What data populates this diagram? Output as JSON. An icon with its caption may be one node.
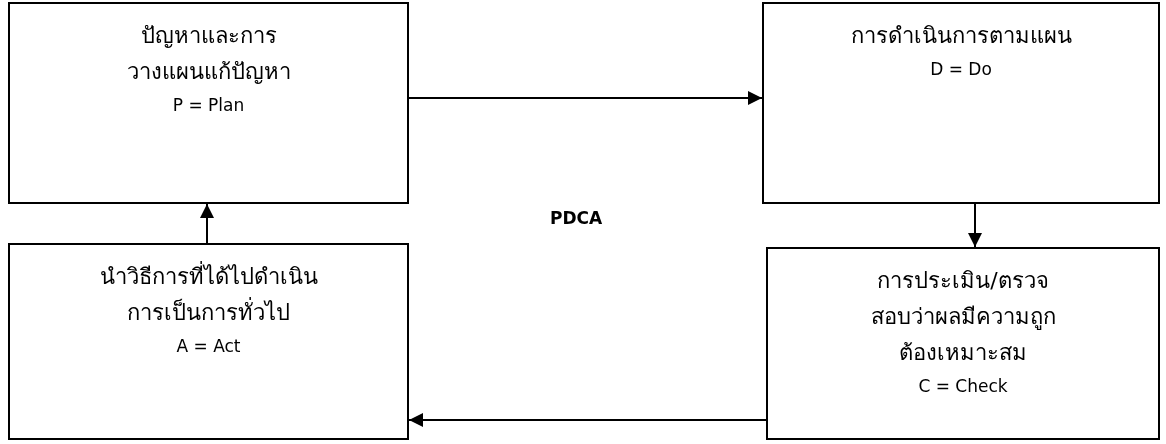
{
  "diagram": {
    "nodes": [
      {
        "text": [
          "ปัญหาและการวางแผนแก้ปัญหา",
          "P = Plan"
        ]
      },
      {
        "text": [
          "การดำเนินการตามแผน",
          "D = Do"
        ]
      },
      {
        "text": [
          "นำวิธีการที่ได้ไปดำเนินการเป็นการทั่วไป",
          "A = Act"
        ]
      },
      {
        "text": [
          "การประเมิน/ตรวจสอบว่าผลมีความถูกต้องเหมาะสม",
          "C = Check"
        ]
      }
    ],
    "edges": [
      {
        "from": 0,
        "to": 1,
        "arrow": "to"
      },
      {
        "from": 1,
        "to": 3,
        "arrow": "to"
      },
      {
        "from": 3,
        "to": 2,
        "arrow": "to"
      },
      {
        "from": 2,
        "to": 0,
        "arrow": "to"
      }
    ],
    "labels": [
      "PDCA"
    ]
  }
}
